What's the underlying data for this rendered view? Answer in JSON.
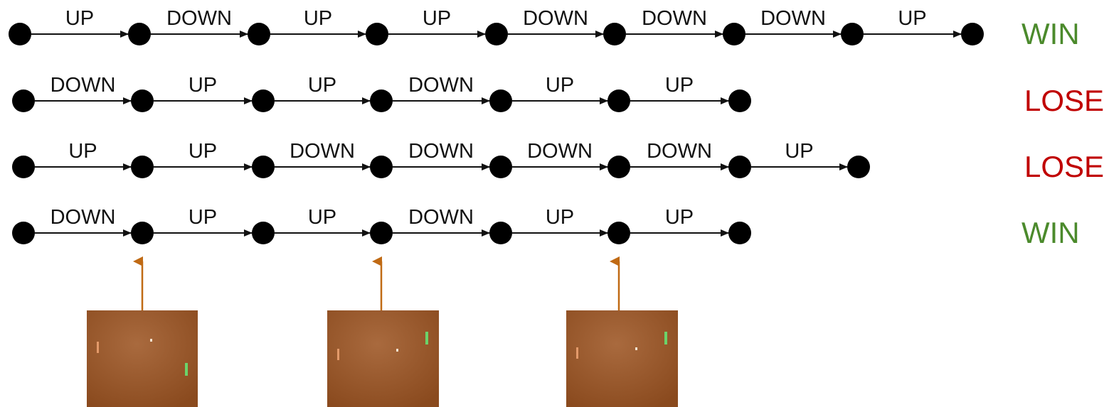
{
  "colors": {
    "node": "#000000",
    "edge": "#111111",
    "win": "#4b8a2c",
    "lose": "#c00000",
    "frame_arrow": "#c06a14",
    "frame_background": "#8a4a1e",
    "frame_glow": "#a96a3e",
    "left_paddle": "#e39a6a",
    "right_paddle": "#6bd36a",
    "ball": "#f2e3d0"
  },
  "episodes": [
    {
      "actions": [
        "UP",
        "DOWN",
        "UP",
        "UP",
        "DOWN",
        "DOWN",
        "DOWN",
        "UP"
      ],
      "outcome": "WIN"
    },
    {
      "actions": [
        "DOWN",
        "UP",
        "UP",
        "DOWN",
        "UP",
        "UP"
      ],
      "outcome": "LOSE"
    },
    {
      "actions": [
        "UP",
        "UP",
        "DOWN",
        "DOWN",
        "DOWN",
        "DOWN",
        "UP"
      ],
      "outcome": "LOSE"
    },
    {
      "actions": [
        "DOWN",
        "UP",
        "UP",
        "DOWN",
        "UP",
        "UP"
      ],
      "outcome": "WIN"
    }
  ],
  "frames": [
    {
      "node_index": 1
    },
    {
      "node_index": 3
    },
    {
      "node_index": 5
    }
  ]
}
